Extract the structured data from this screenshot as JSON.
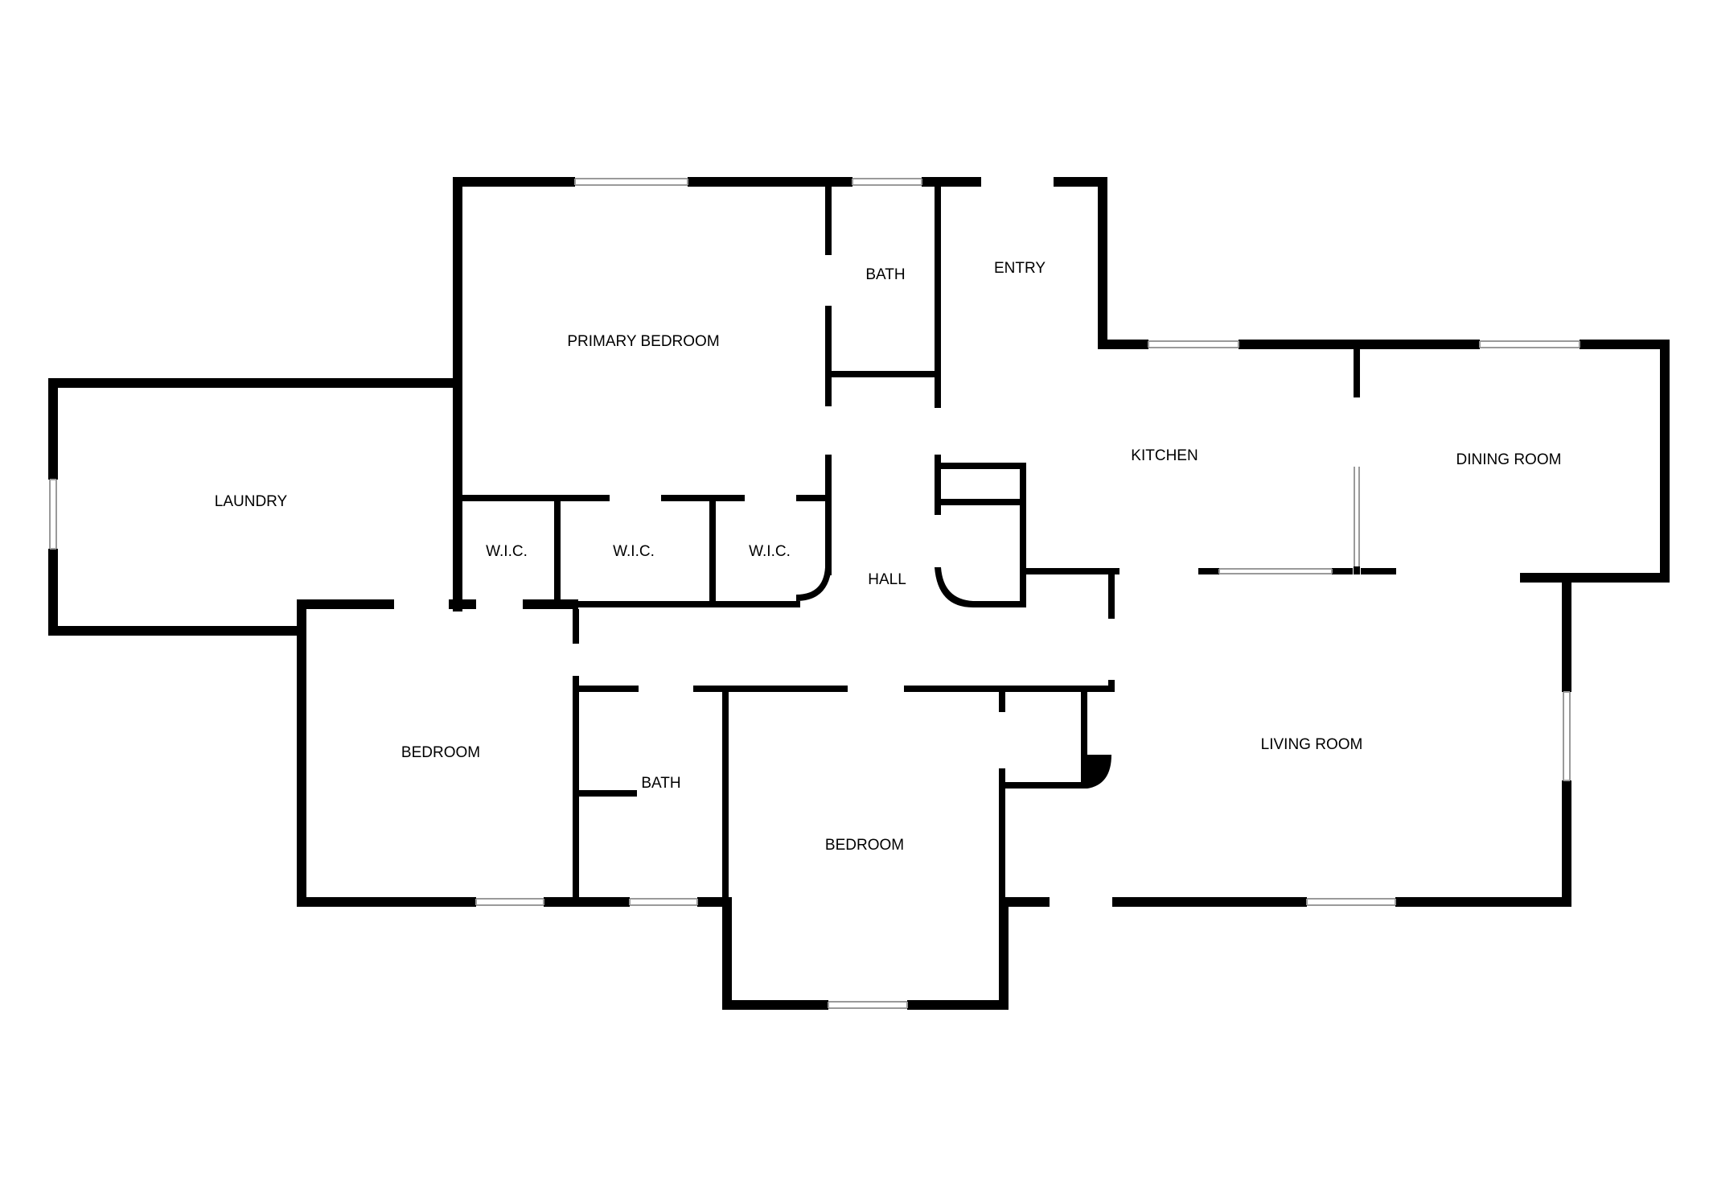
{
  "rooms": {
    "primary_bedroom": "PRIMARY BEDROOM",
    "bath_top": "BATH",
    "entry": "ENTRY",
    "laundry": "LAUNDRY",
    "kitchen": "KITCHEN",
    "dining_room": "DINING ROOM",
    "wic_1": "W.I.C.",
    "wic_2": "W.I.C.",
    "wic_3": "W.I.C.",
    "hall": "HALL",
    "bedroom_left": "BEDROOM",
    "bath_bottom": "BATH",
    "bedroom_bottom": "BEDROOM",
    "living_room": "LIVING ROOM"
  },
  "colors": {
    "wall": "#000000",
    "background": "#ffffff",
    "window_frame": "#9a9a9a"
  }
}
